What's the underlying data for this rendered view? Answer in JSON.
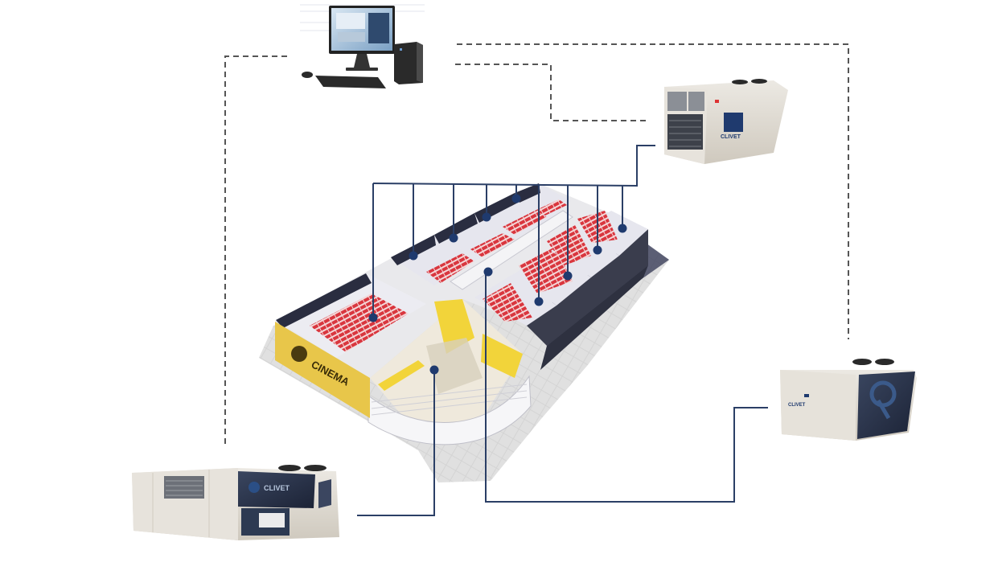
{
  "colors": {
    "link_solid": "#2b3f66",
    "link_dashed": "#555555",
    "marker": "#1f3a6e",
    "seat_red": "#d9363e",
    "wall_dark": "#2a2d40",
    "accent_yellow": "#f2d43a",
    "unit_body": "#ddd8cf",
    "background": "#ffffff"
  },
  "labels": {
    "building_sign": "CINEMA",
    "brand_rooftop": "CLIVET",
    "brand_condenser": "CLIVET",
    "brand_large_unit": "CLIVET"
  },
  "icons": {
    "workstation": "desktop-computer-icon",
    "rooftop": "rooftop-unit-icon",
    "condenser": "air-cooled-chiller-icon",
    "large_unit": "large-rooftop-unit-icon",
    "zone_marker": "zone-dot-icon"
  },
  "diagram": {
    "nodes": [
      "workstation",
      "rooftop-unit",
      "air-cooled-unit",
      "large-rooftop-unit",
      "cinema-building"
    ],
    "zones": [
      "screen-1",
      "screen-2",
      "screen-3",
      "screen-4",
      "screen-5",
      "screen-6",
      "screen-7",
      "screen-8",
      "screen-9",
      "foyer",
      "corridor"
    ]
  }
}
